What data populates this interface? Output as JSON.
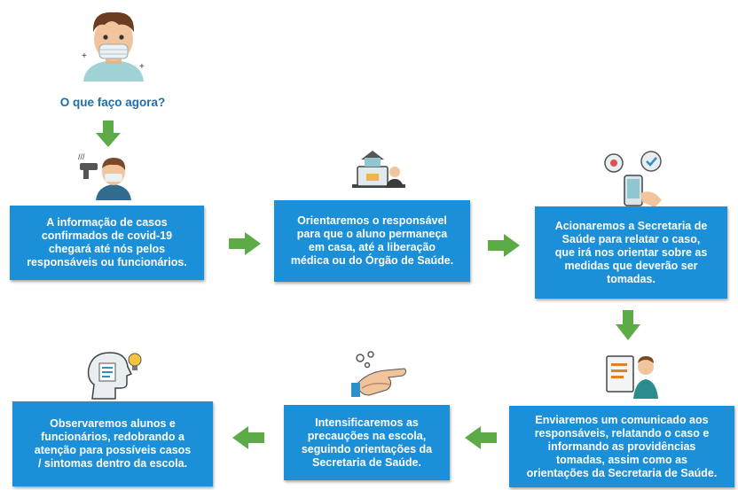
{
  "question": "O que faço agora?",
  "steps": [
    {
      "id": "s1",
      "text": "A informação de casos\nconfirmados de covid-19\nchegará até nós pelos\nresponsáveis ou funcionários."
    },
    {
      "id": "s2",
      "text": "Orientaremos o responsável\npara que o aluno permaneça\nem casa, até a liberação\nmédica ou do Órgão de Saúde."
    },
    {
      "id": "s3",
      "text": "Acionaremos a Secretaria de\nSaúde para relatar o caso,\nque irá nos orientar sobre as\nmedidas que deverão ser\ntomadas."
    },
    {
      "id": "s4",
      "text": "Enviaremos um comunicado aos\nresponsáveis, relatando o caso e\ninformando as providências\ntomadas, assim como as\norientações da Secretaria de Saúde."
    },
    {
      "id": "s5",
      "text": "Intensificaremos as\nprecauções na escola,\nseguindo orientações da\nSecretaria de Saúde."
    },
    {
      "id": "s6",
      "text": "Observaremos alunos e\nfuncionários, redobrando a\natenção para possíveis casos\n/ sintomas dentro da escola."
    }
  ],
  "colors": {
    "box": "#1b8fd8",
    "arrow": "#5cab46",
    "question": "#1b6fb0"
  },
  "icons": {
    "top": "masked-person-icon",
    "s1": "thermometer-check-icon",
    "s2": "home-video-call-icon",
    "s3": "phone-health-call-icon",
    "s4": "document-person-icon",
    "s5": "hand-washing-icon",
    "s6": "head-lightbulb-idea-icon"
  }
}
